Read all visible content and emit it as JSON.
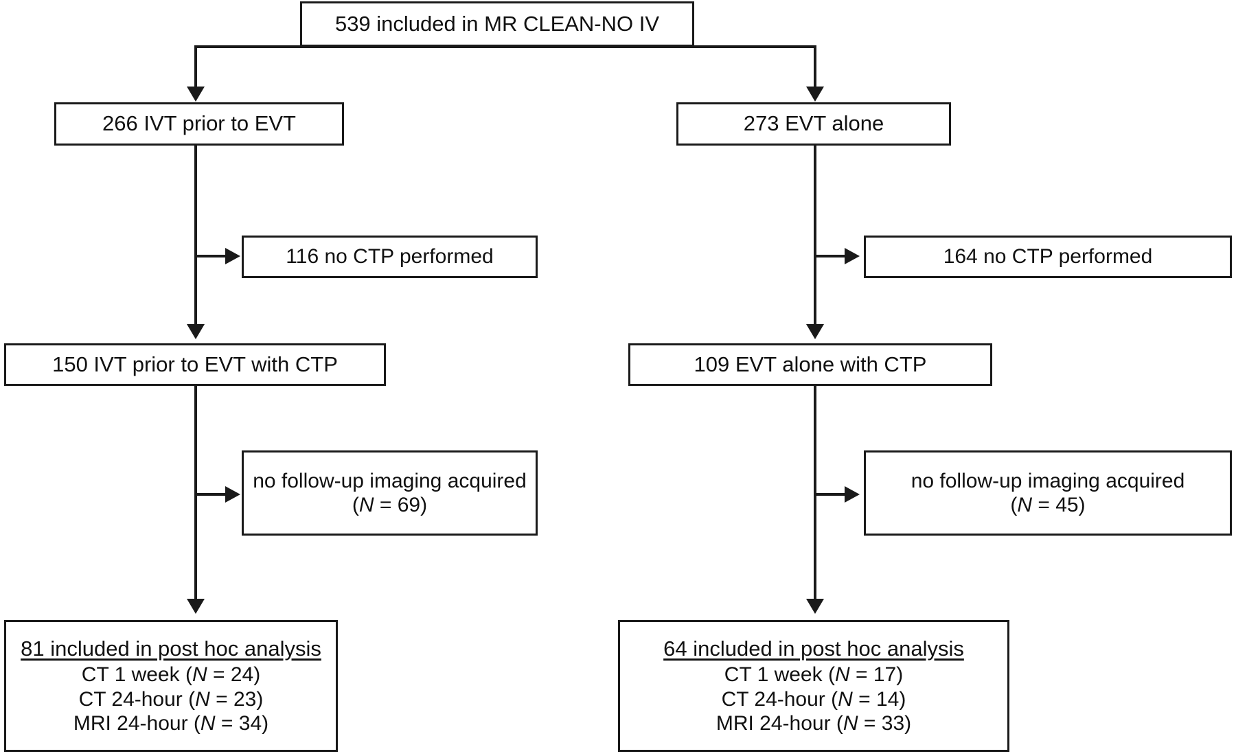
{
  "chart_data": {
    "type": "diagram",
    "title": "539 included in MR CLEAN-NO IV",
    "nodes": [
      {
        "id": "root",
        "label": "539 included in MR CLEAN-NO IV",
        "value": 539
      },
      {
        "id": "ivt",
        "label": "266 IVT prior to EVT",
        "value": 266
      },
      {
        "id": "evt",
        "label": "273 EVT alone",
        "value": 273
      },
      {
        "id": "ivt_noctp",
        "label": "116 no CTP performed",
        "value": 116
      },
      {
        "id": "evt_noctp",
        "label": "164 no CTP performed",
        "value": 164
      },
      {
        "id": "ivt_ctp",
        "label": "150 IVT prior to EVT with CTP",
        "value": 150
      },
      {
        "id": "evt_ctp",
        "label": "109 EVT alone with CTP",
        "value": 109
      },
      {
        "id": "ivt_nofu",
        "label": "no follow-up imaging acquired (N = 69)",
        "value": 69
      },
      {
        "id": "evt_nofu",
        "label": "no follow-up imaging acquired (N = 45)",
        "value": 45
      },
      {
        "id": "ivt_final",
        "label": "81 included in post hoc analysis",
        "value": 81
      },
      {
        "id": "evt_final",
        "label": "64 included in post hoc analysis",
        "value": 64
      }
    ],
    "edges": [
      {
        "from": "root",
        "to": "ivt"
      },
      {
        "from": "root",
        "to": "evt"
      },
      {
        "from": "ivt",
        "to": "ivt_noctp"
      },
      {
        "from": "ivt",
        "to": "ivt_ctp"
      },
      {
        "from": "evt",
        "to": "evt_noctp"
      },
      {
        "from": "evt",
        "to": "evt_ctp"
      },
      {
        "from": "ivt_ctp",
        "to": "ivt_nofu"
      },
      {
        "from": "ivt_ctp",
        "to": "ivt_final"
      },
      {
        "from": "evt_ctp",
        "to": "evt_nofu"
      },
      {
        "from": "evt_ctp",
        "to": "evt_final"
      }
    ]
  },
  "colors": {
    "stroke": "#1a1a1a",
    "background": "#ffffff",
    "text": "#111111"
  },
  "root": {
    "label": "539 included in MR CLEAN-NO IV"
  },
  "left": {
    "arm": "266 IVT prior to EVT",
    "exclusion_noctp": "116 no CTP performed",
    "with_ctp": "150 IVT prior to EVT with CTP",
    "exclusion_nofu_line1": "no follow-up imaging acquired",
    "exclusion_nofu_n_open": "(",
    "exclusion_nofu_n_italic": "N",
    "exclusion_nofu_n_value": " = 69)",
    "final_title": "81 included in post hoc analysis",
    "final_rows": [
      {
        "modality": "CT 1 week",
        "n_open": "(",
        "n_italic": "N",
        "n_value": " = 24)"
      },
      {
        "modality": "CT 24-hour",
        "n_open": "(",
        "n_italic": "N",
        "n_value": " = 23)"
      },
      {
        "modality": "MRI 24-hour",
        "n_open": "(",
        "n_italic": "N",
        "n_value": " = 34)"
      }
    ]
  },
  "right": {
    "arm": "273 EVT alone",
    "exclusion_noctp": "164 no CTP performed",
    "with_ctp": "109 EVT alone with CTP",
    "exclusion_nofu_line1": "no follow-up imaging acquired",
    "exclusion_nofu_n_open": "(",
    "exclusion_nofu_n_italic": "N",
    "exclusion_nofu_n_value": " = 45)",
    "final_title": "64 included in post hoc analysis",
    "final_rows": [
      {
        "modality": "CT 1 week",
        "n_open": "(",
        "n_italic": "N",
        "n_value": " = 17)"
      },
      {
        "modality": "CT 24-hour",
        "n_open": "(",
        "n_italic": "N",
        "n_value": " = 14)"
      },
      {
        "modality": "MRI 24-hour",
        "n_open": "(",
        "n_italic": "N",
        "n_value": " = 33)"
      }
    ]
  }
}
